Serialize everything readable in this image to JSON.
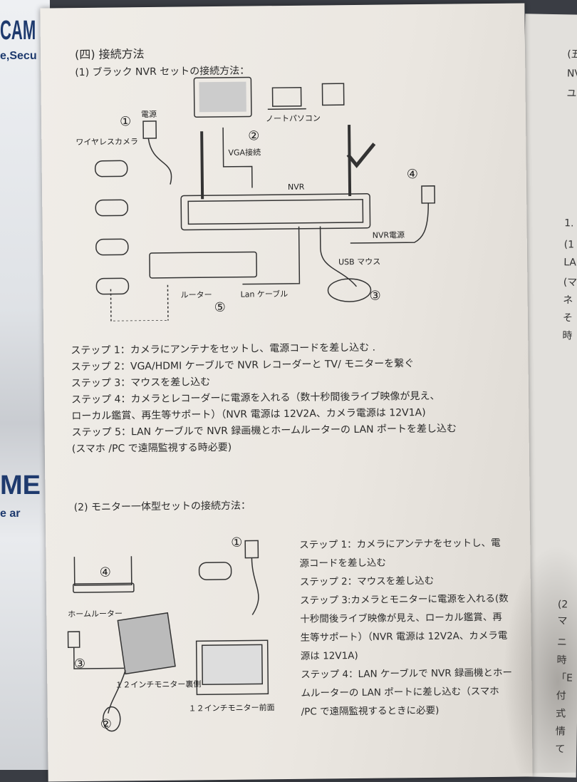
{
  "background_pages": {
    "left": [
      "CAM",
      "e,Secu",
      "ME",
      "e ar"
    ],
    "right": [
      "(五",
      "NVI",
      "ユー",
      "1.",
      "(1",
      "LA",
      "(マ",
      "ネ",
      "そ",
      "時",
      "(2",
      "マ",
      "ニ",
      "時",
      "「E",
      "付",
      "式",
      "情",
      "て"
    ]
  },
  "section_title": "(四) 接続方法",
  "part1": {
    "title": "(1) ブラック NVR セットの接続方法：",
    "diagram_labels": {
      "power": "電源",
      "wireless_camera": "ワイヤレスカメラ",
      "vga": "VGA接続",
      "laptop": "ノートパソコン",
      "nvr": "NVR",
      "nvr_power": "NVR電源",
      "usb_mouse": "USB マウス",
      "router": "ルーター",
      "lan_cable": "Lan ケーブル",
      "n1": "①",
      "n2": "②",
      "n3": "③",
      "n4": "④",
      "n5": "⑤"
    },
    "steps": [
      "ステップ 1：カメラにアンテナをセットし、電源コードを差し込む .",
      "ステップ 2：VGA/HDMI ケーブルで NVR レコーダーと TV/ モニターを繋ぐ",
      "ステップ 3：マウスを差し込む",
      "ステップ 4：カメラとレコーダーに電源を入れる（数十秒間後ライブ映像が見え、",
      "ローカル鑑賞、再生等サポート）（NVR 電源は 12V2A、カメラ電源は 12V1A)",
      "ステップ 5：LAN ケーブルで NVR 録画機とホームルーターの LAN ポートを差し込む",
      "(スマホ /PC で遠隔監視する時必要)"
    ]
  },
  "part2": {
    "title": "(2) モニター一体型セットの接続方法：",
    "diagram_labels": {
      "home_router": "ホームルーター",
      "monitor_back": "１２インチモニター裏側",
      "monitor_front": "１２インチモニター前面",
      "n1": "①",
      "n2": "②",
      "n3": "③",
      "n4": "④"
    },
    "steps": [
      "ステップ 1：カメラにアンテナをセットし、電",
      "源コードを差し込む",
      "ステップ 2：マウスを差し込む",
      "ステップ 3:カメラとモニターに電源を入れる(数",
      "十秒間後ライブ映像が見え、ローカル鑑賞、再",
      "生等サポート）（NVR 電源は 12V2A、カメラ電",
      "源は 12V1A)",
      "ステップ 4：LAN ケーブルで NVR 録画機とホー",
      "ムルーターの LAN ポートに差し込む（スマホ",
      "/PC で遠隔監視するときに必要)"
    ]
  }
}
